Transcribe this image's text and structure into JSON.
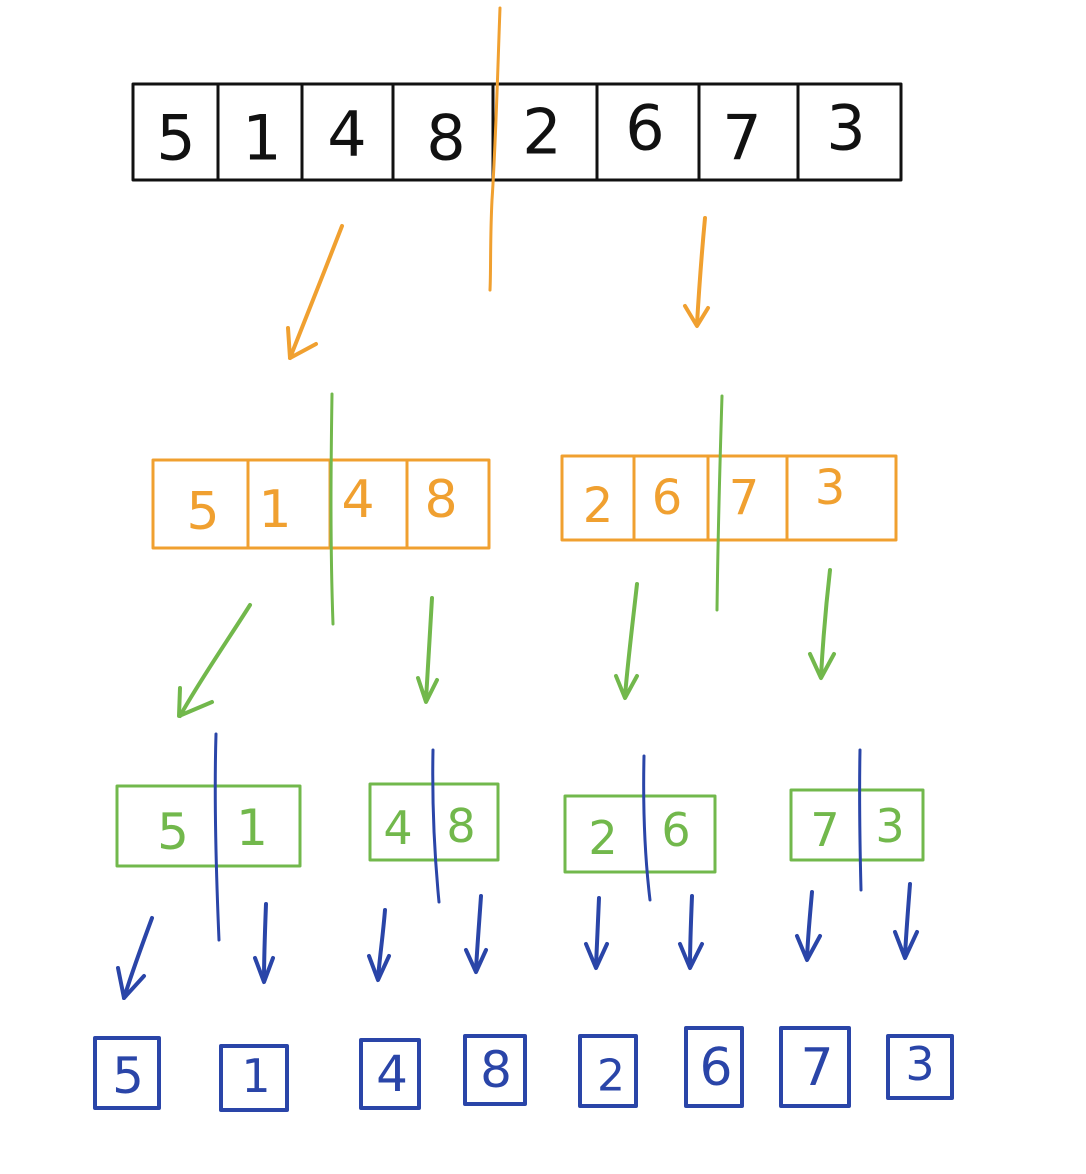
{
  "colors": {
    "level0": "#111111",
    "level1": "#f0a030",
    "level2": "#72b84c",
    "level3": "#2a45a8"
  },
  "levels": [
    {
      "color": "level0",
      "groups": [
        [
          "5",
          "1",
          "4",
          "8",
          "2",
          "6",
          "7",
          "3"
        ]
      ]
    },
    {
      "color": "level1",
      "groups": [
        [
          "5",
          "1",
          "4",
          "8"
        ],
        [
          "2",
          "6",
          "7",
          "3"
        ]
      ]
    },
    {
      "color": "level2",
      "groups": [
        [
          "5",
          "1"
        ],
        [
          "4",
          "8"
        ],
        [
          "2",
          "6"
        ],
        [
          "7",
          "3"
        ]
      ]
    },
    {
      "color": "level3",
      "groups": [
        [
          "5"
        ],
        [
          "1"
        ],
        [
          "4"
        ],
        [
          "8"
        ],
        [
          "2"
        ],
        [
          "6"
        ],
        [
          "7"
        ],
        [
          "3"
        ]
      ]
    }
  ]
}
